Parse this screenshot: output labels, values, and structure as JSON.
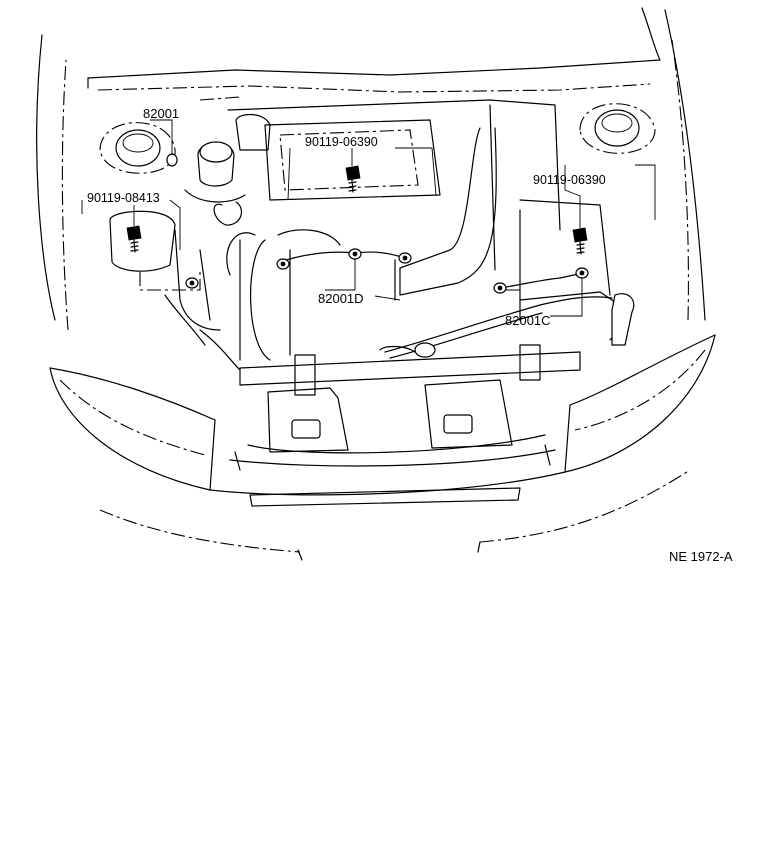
{
  "labels": {
    "part_82001": "82001",
    "bolt_left": "90119-08413",
    "bolt_center": "90119-06390",
    "bolt_right": "90119-06390",
    "part_82001d": "82001D",
    "part_82001c": "82001C"
  },
  "reference_code": "NE 1972-A"
}
